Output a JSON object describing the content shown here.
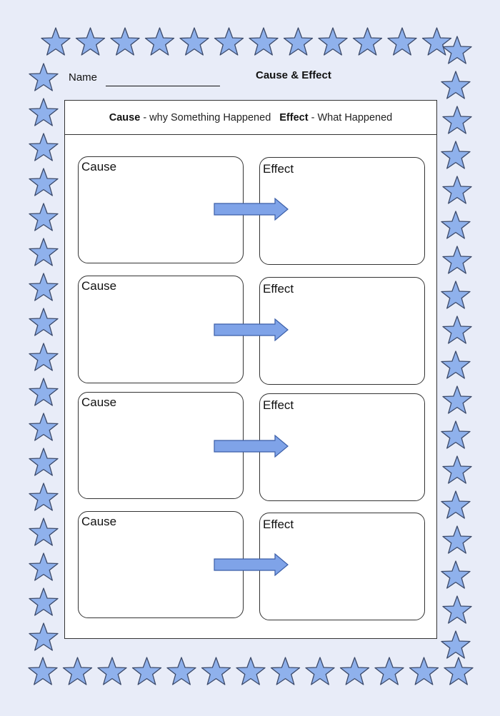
{
  "header": {
    "name_label": "Name",
    "title": "Cause & Effect"
  },
  "definitions": {
    "cause_term": "Cause",
    "cause_desc": "- why Something Happened",
    "effect_term": "Effect",
    "effect_desc": "- What Happened"
  },
  "rows": [
    {
      "cause_label": "Cause",
      "effect_label": "Effect"
    },
    {
      "cause_label": "Cause",
      "effect_label": "Effect"
    },
    {
      "cause_label": "Cause",
      "effect_label": "Effect"
    },
    {
      "cause_label": "Cause",
      "effect_label": "Effect"
    }
  ],
  "colors": {
    "star_fill": "#8fb1ec",
    "star_stroke": "#3c4a6a",
    "arrow_fill": "#7fa3e8",
    "arrow_stroke": "#3c5fa8",
    "background": "#e8ecf8"
  }
}
